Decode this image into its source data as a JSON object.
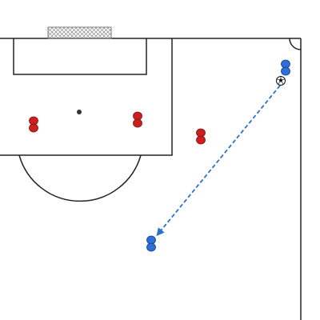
{
  "diagram": {
    "type": "football-drill",
    "colors": {
      "background": "#ffffff",
      "pitch_lines": "#222222",
      "goal_net": "#9a9a9a",
      "team_red": "#cc1f1f",
      "team_blue": "#2c6fd8",
      "pass_arrow": "#2d6fd0",
      "ball_black": "#111111"
    },
    "elements": {
      "goal": "goal-net",
      "corner_arc": "corner-arc",
      "penalty_spot": "penalty-spot"
    },
    "red_players": [
      "red-player-1",
      "red-player-2",
      "red-player-3"
    ],
    "blue_players": [
      "blue-player-corner",
      "blue-player-receiver"
    ],
    "pass": {
      "style": "dashed",
      "from": "blue-player-corner",
      "to": "blue-player-receiver"
    },
    "ball": "soccer-ball"
  }
}
